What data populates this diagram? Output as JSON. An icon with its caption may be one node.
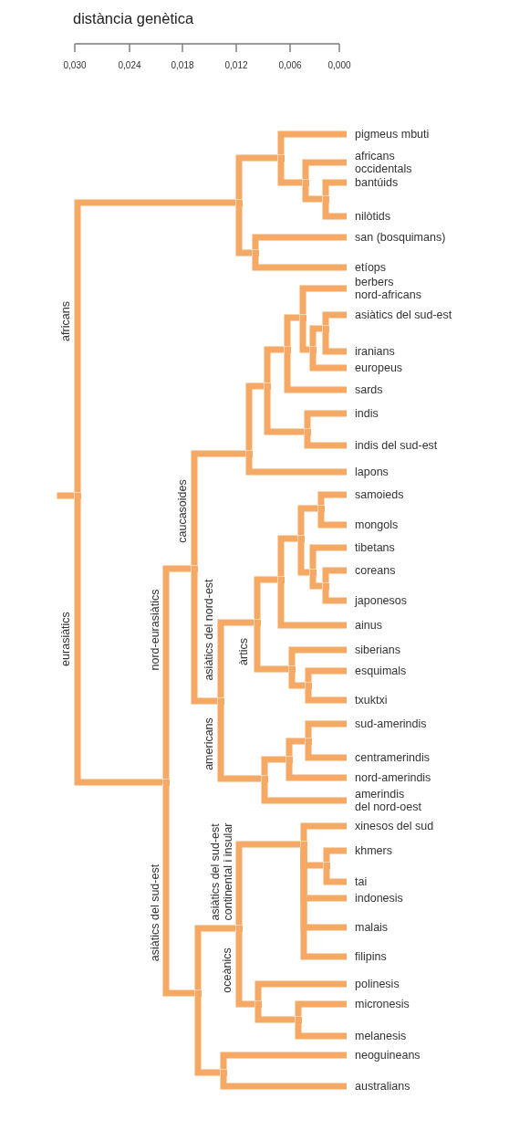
{
  "diagram": {
    "title": "distància genètica",
    "nodes": [
      {
        "text": [],
        "shape": "point"
      },
      {
        "text": [],
        "shape": "point"
      },
      {
        "text": [],
        "shape": "point"
      },
      {
        "text": [
          "pigmeus mbuti"
        ]
      },
      {
        "text": [],
        "shape": "point"
      },
      {
        "text": [
          "africans occidentals"
        ]
      },
      {
        "text": [],
        "shape": "point"
      },
      {
        "text": [
          "bantúids"
        ]
      },
      {
        "text": [
          "nilòtids"
        ]
      },
      {
        "text": [],
        "shape": "point"
      },
      {
        "text": [
          "san (bosquimans)"
        ]
      },
      {
        "text": [
          "etíops"
        ]
      },
      {
        "text": [],
        "shape": "point"
      },
      {
        "text": [],
        "shape": "point"
      },
      {
        "text": [],
        "shape": "point"
      },
      {
        "text": [],
        "shape": "point"
      },
      {
        "text": [],
        "shape": "point"
      },
      {
        "text": [],
        "shape": "point"
      },
      {
        "text": [
          "berbers nord-africans"
        ]
      },
      {
        "text": [],
        "shape": "point"
      },
      {
        "text": [],
        "shape": "point"
      },
      {
        "text": [
          "asiàtics del sud-est"
        ]
      },
      {
        "text": [
          "iranians"
        ]
      },
      {
        "text": [
          "europeus"
        ]
      },
      {
        "text": [
          "sards"
        ]
      },
      {
        "text": [],
        "shape": "point"
      },
      {
        "text": [
          "indis"
        ]
      },
      {
        "text": [
          "indis del sud-est"
        ]
      },
      {
        "text": [
          "lapons"
        ]
      },
      {
        "text": [],
        "shape": "point"
      },
      {
        "text": [],
        "shape": "point"
      },
      {
        "text": [],
        "shape": "point"
      },
      {
        "text": [],
        "shape": "point"
      },
      {
        "text": [],
        "shape": "point"
      },
      {
        "text": [
          "samoieds"
        ]
      },
      {
        "text": [
          "mongols"
        ]
      },
      {
        "text": [],
        "shape": "point"
      },
      {
        "text": [
          "tibetans"
        ]
      },
      {
        "text": [],
        "shape": "point"
      },
      {
        "text": [
          "coreans"
        ]
      },
      {
        "text": [
          "japonesos"
        ]
      },
      {
        "text": [
          "ainus"
        ]
      },
      {
        "text": [],
        "shape": "point"
      },
      {
        "text": [
          "siberians"
        ]
      },
      {
        "text": [],
        "shape": "point"
      },
      {
        "text": [
          "esquimals"
        ]
      },
      {
        "text": [
          "txuktxi"
        ]
      },
      {
        "text": [],
        "shape": "point"
      },
      {
        "text": [],
        "shape": "point"
      },
      {
        "text": [],
        "shape": "point"
      },
      {
        "text": [
          "sud-amerindis"
        ]
      },
      {
        "text": [
          "centramerindis"
        ]
      },
      {
        "text": [
          "nord-amerindis"
        ]
      },
      {
        "text": [
          "amerindis del nord-oest"
        ]
      },
      {
        "text": [],
        "shape": "point"
      },
      {
        "text": [],
        "shape": "point"
      },
      {
        "text": [],
        "shape": "point"
      },
      {
        "text": [
          "xinesos del sud"
        ]
      },
      {
        "text": [],
        "shape": "point"
      },
      {
        "text": [
          "khmers"
        ]
      },
      {
        "text": [
          "tai"
        ]
      },
      {
        "text": [
          "indonesis"
        ]
      },
      {
        "text": [
          "malais"
        ]
      },
      {
        "text": [
          "filipins"
        ]
      },
      {
        "text": [],
        "shape": "point"
      },
      {
        "text": [
          "polinesis"
        ]
      },
      {
        "text": [],
        "shape": "point"
      },
      {
        "text": [
          "micronesis"
        ]
      },
      {
        "text": [
          "melanesis"
        ]
      },
      {
        "text": [],
        "shape": "point"
      },
      {
        "text": [
          "neoguineans"
        ]
      },
      {
        "text": [
          "australians"
        ]
      }
    ],
    "edges": [
      {
        "from": null,
        "to": 0,
        "arrow": "none"
      },
      {
        "from": 0,
        "to": 1,
        "arrow": "none",
        "label": "africans"
      },
      {
        "from": 1,
        "to": 2,
        "arrow": "none"
      },
      {
        "from": 2,
        "to": 3,
        "arrow": "none"
      },
      {
        "from": 2,
        "to": 4,
        "arrow": "none"
      },
      {
        "from": 4,
        "to": 5,
        "arrow": "none"
      },
      {
        "from": 4,
        "to": 6,
        "arrow": "none"
      },
      {
        "from": 6,
        "to": 7,
        "arrow": "none"
      },
      {
        "from": 6,
        "to": 8,
        "arrow": "none"
      },
      {
        "from": 1,
        "to": 9,
        "arrow": "none"
      },
      {
        "from": 9,
        "to": 10,
        "arrow": "none"
      },
      {
        "from": 9,
        "to": 11,
        "arrow": "none"
      },
      {
        "from": 0,
        "to": 12,
        "arrow": "none",
        "label": "eurasiàtics"
      },
      {
        "from": 12,
        "to": 13,
        "arrow": "none",
        "label": "nord-eurasiàtics"
      },
      {
        "from": 13,
        "to": 14,
        "arrow": "none",
        "label": "caucasoides"
      },
      {
        "from": 14,
        "to": 15,
        "arrow": "none"
      },
      {
        "from": 15,
        "to": 16,
        "arrow": "none"
      },
      {
        "from": 16,
        "to": 17,
        "arrow": "none"
      },
      {
        "from": 17,
        "to": 18,
        "arrow": "none"
      },
      {
        "from": 17,
        "to": 19,
        "arrow": "none"
      },
      {
        "from": 19,
        "to": 20,
        "arrow": "none"
      },
      {
        "from": 20,
        "to": 21,
        "arrow": "none"
      },
      {
        "from": 20,
        "to": 22,
        "arrow": "none"
      },
      {
        "from": 19,
        "to": 23,
        "arrow": "none"
      },
      {
        "from": 16,
        "to": 24,
        "arrow": "none"
      },
      {
        "from": 15,
        "to": 25,
        "arrow": "none"
      },
      {
        "from": 25,
        "to": 26,
        "arrow": "none"
      },
      {
        "from": 25,
        "to": 27,
        "arrow": "none"
      },
      {
        "from": 14,
        "to": 28,
        "arrow": "none"
      },
      {
        "from": 13,
        "to": 29,
        "arrow": "none"
      },
      {
        "from": 29,
        "to": 30,
        "arrow": "none",
        "label": "asiàtics del nord-est"
      },
      {
        "from": 30,
        "to": 31,
        "arrow": "none"
      },
      {
        "from": 31,
        "to": 32,
        "arrow": "none"
      },
      {
        "from": 32,
        "to": 33,
        "arrow": "none"
      },
      {
        "from": 33,
        "to": 34,
        "arrow": "none"
      },
      {
        "from": 33,
        "to": 35,
        "arrow": "none"
      },
      {
        "from": 32,
        "to": 36,
        "arrow": "none"
      },
      {
        "from": 36,
        "to": 37,
        "arrow": "none"
      },
      {
        "from": 36,
        "to": 38,
        "arrow": "none"
      },
      {
        "from": 38,
        "to": 39,
        "arrow": "none"
      },
      {
        "from": 38,
        "to": 40,
        "arrow": "none"
      },
      {
        "from": 31,
        "to": 41,
        "arrow": "none"
      },
      {
        "from": 30,
        "to": 42,
        "arrow": "none",
        "label": "àrtics"
      },
      {
        "from": 42,
        "to": 43,
        "arrow": "none"
      },
      {
        "from": 42,
        "to": 44,
        "arrow": "none"
      },
      {
        "from": 44,
        "to": 45,
        "arrow": "none"
      },
      {
        "from": 44,
        "to": 46,
        "arrow": "none"
      },
      {
        "from": 29,
        "to": 47,
        "arrow": "none",
        "label": "americans"
      },
      {
        "from": 47,
        "to": 48,
        "arrow": "none"
      },
      {
        "from": 48,
        "to": 49,
        "arrow": "none"
      },
      {
        "from": 49,
        "to": 50,
        "arrow": "none"
      },
      {
        "from": 49,
        "to": 51,
        "arrow": "none"
      },
      {
        "from": 48,
        "to": 52,
        "arrow": "none"
      },
      {
        "from": 47,
        "to": 53,
        "arrow": "none"
      },
      {
        "from": 12,
        "to": 54,
        "arrow": "none",
        "label": "asiàtics del sud-est"
      },
      {
        "from": 54,
        "to": 55,
        "arrow": "none"
      },
      {
        "from": 55,
        "to": 56,
        "arrow": "none",
        "label": "asiàtics del sud-est continental i insular"
      },
      {
        "from": 56,
        "to": 57,
        "arrow": "none"
      },
      {
        "from": 56,
        "to": 58,
        "arrow": "none"
      },
      {
        "from": 58,
        "to": 59,
        "arrow": "none"
      },
      {
        "from": 58,
        "to": 60,
        "arrow": "none"
      },
      {
        "from": 56,
        "to": 61,
        "arrow": "none"
      },
      {
        "from": 56,
        "to": 62,
        "arrow": "none"
      },
      {
        "from": 56,
        "to": 63,
        "arrow": "none"
      },
      {
        "from": 55,
        "to": 64,
        "arrow": "none",
        "label": "oceànics"
      },
      {
        "from": 64,
        "to": 65,
        "arrow": "none"
      },
      {
        "from": 64,
        "to": 66,
        "arrow": "none"
      },
      {
        "from": 66,
        "to": 67,
        "arrow": "none"
      },
      {
        "from": 66,
        "to": 68,
        "arrow": "none"
      },
      {
        "from": 54,
        "to": 69,
        "arrow": "none"
      },
      {
        "from": 69,
        "to": 70,
        "arrow": "none"
      },
      {
        "from": 69,
        "to": 71,
        "arrow": "none"
      }
    ],
    "labels": [
      "0,030",
      "0,024",
      "0,018",
      "0,012",
      "0,006",
      "0,000"
    ]
  }
}
